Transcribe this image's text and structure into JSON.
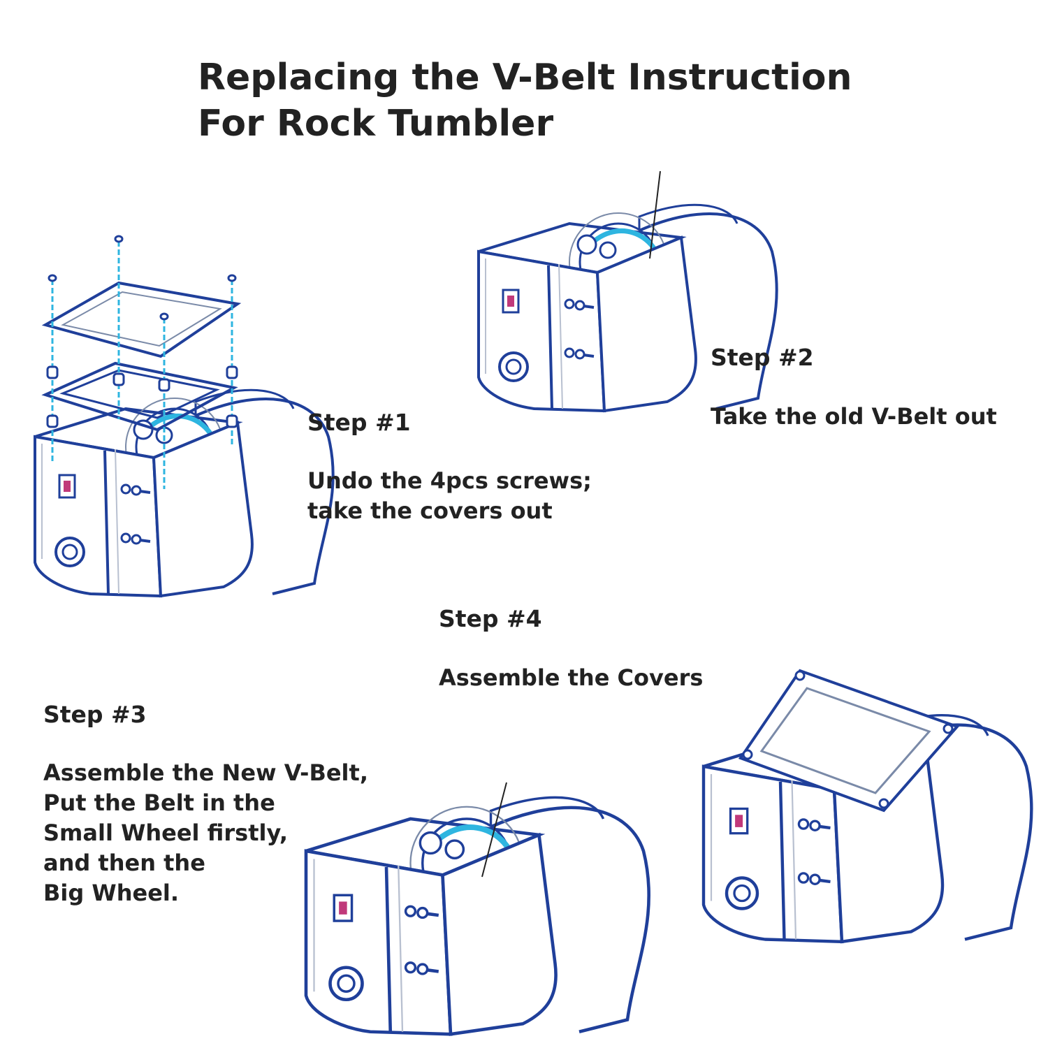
{
  "title": {
    "line1": "Replacing the V-Belt Instruction",
    "line2": "For Rock Tumbler"
  },
  "steps": [
    {
      "heading": "Step #1",
      "body": "Undo the 4pcs screws;\ntake the covers out"
    },
    {
      "heading": "Step #2",
      "body": "Take the old V-Belt out"
    },
    {
      "heading": "Step #3",
      "body": "Assemble the New V-Belt,\nPut the Belt in the\nSmall Wheel firstly,\nand then the\nBig Wheel."
    },
    {
      "heading": "Step #4",
      "body": "Assemble the Covers"
    }
  ],
  "colors": {
    "outline": "#1f3f9a",
    "accent": "#2eb5e0",
    "switch": "#c0397a",
    "text": "#222222"
  }
}
